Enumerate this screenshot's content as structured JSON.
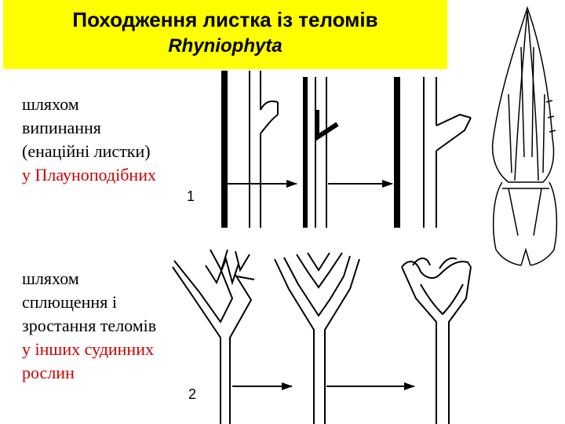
{
  "title": {
    "line1": "Походження листка із теломів",
    "line2": "Rhyniophyta"
  },
  "section1": {
    "lines": [
      "шляхом",
      "випинання",
      "(енаційні листки)"
    ],
    "highlight": "у Плауноподібних",
    "number": "1"
  },
  "section2": {
    "lines": [
      "шляхом",
      "сплющення і",
      "зростання теломів"
    ],
    "highlight_lines": [
      "у інших судинних",
      "рослин"
    ],
    "number": "2"
  },
  "colors": {
    "title_bg": "#ffff00",
    "text": "#000000",
    "highlight": "#cc0000",
    "drawing": "#000000"
  }
}
